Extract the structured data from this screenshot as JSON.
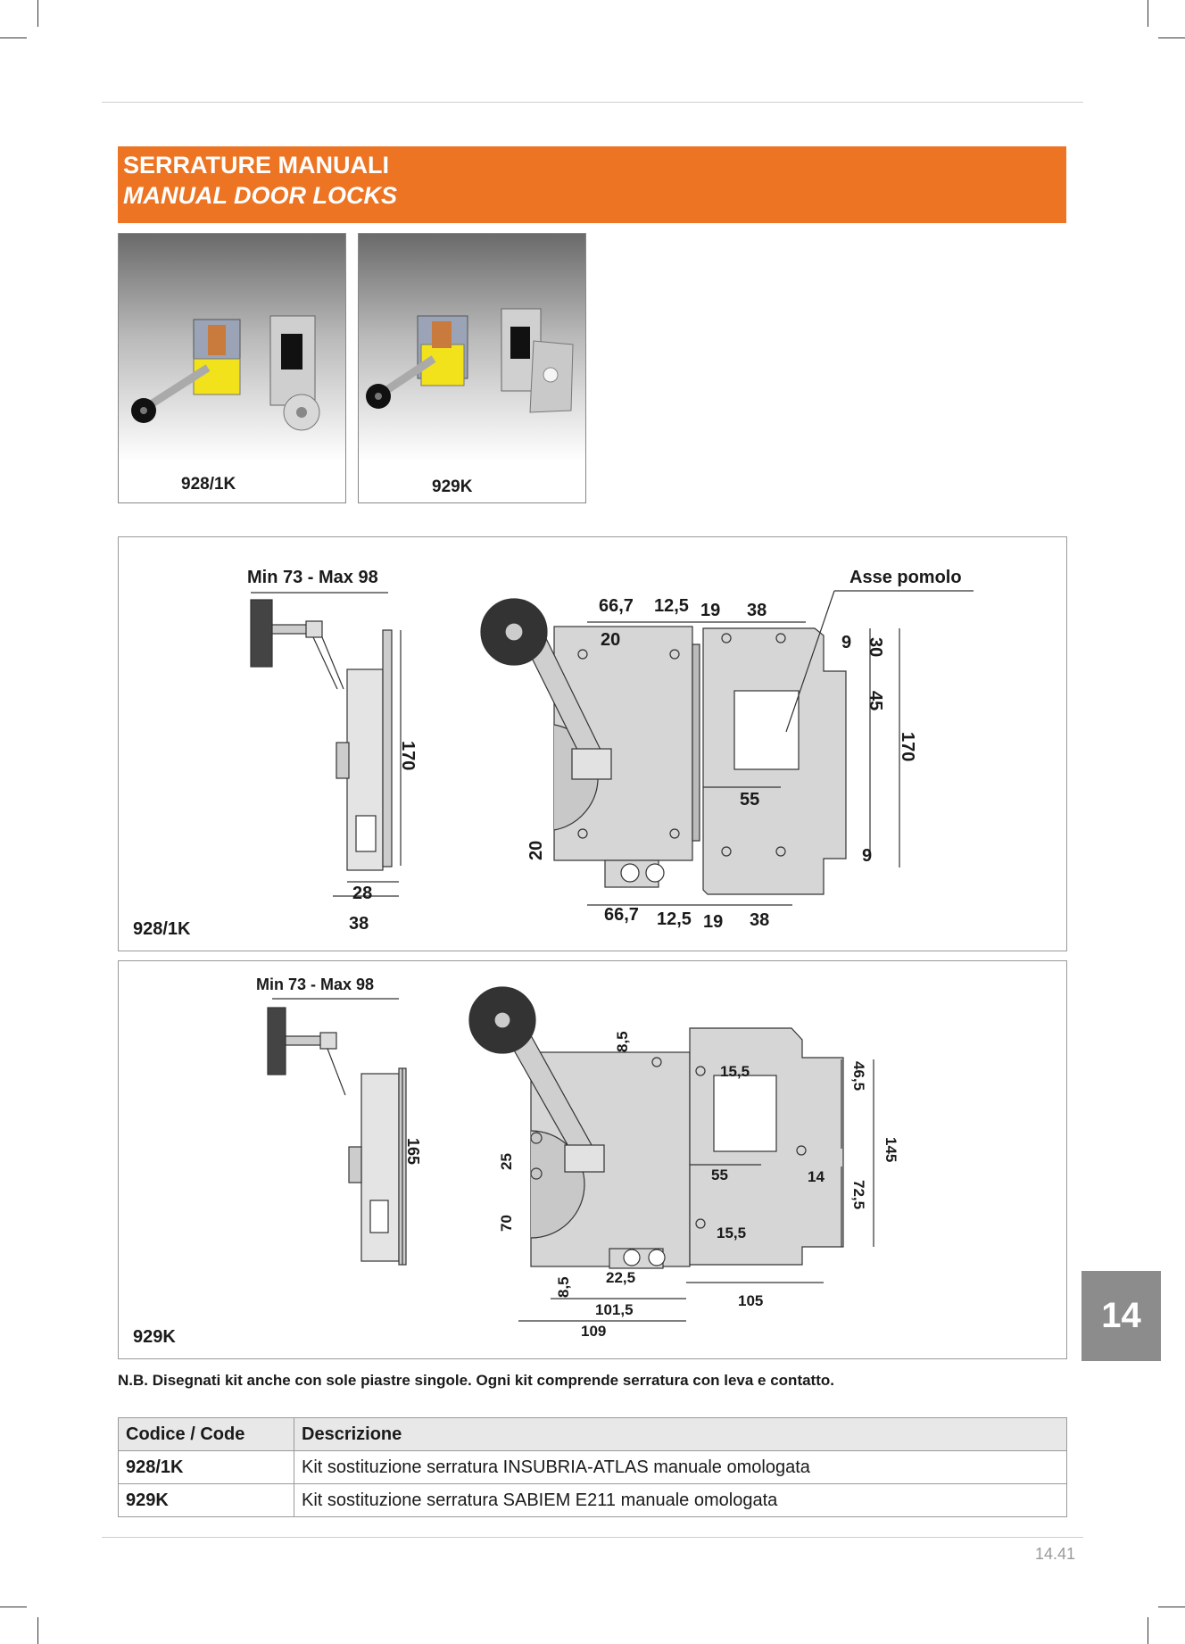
{
  "header": {
    "title_it": "SERRATURE MANUALI",
    "title_en": "MANUAL DOOR LOCKS"
  },
  "photos": [
    {
      "caption": "928/1K"
    },
    {
      "caption": "929K"
    }
  ],
  "drawing_928": {
    "label": "928/1K",
    "side_width": "Min 73 - Max 98",
    "side_height": "170",
    "side_w1": "28",
    "side_w2": "38",
    "axis_label": "Asse pomolo",
    "top_66": "66,7",
    "top_125": "12,5",
    "top_19": "19",
    "top_38": "38",
    "inner_20": "20",
    "right_9a": "9",
    "right_30": "30",
    "right_45": "45",
    "right_170": "170",
    "mid_55": "55",
    "left_20": "20",
    "right_9b": "9",
    "bot_66": "66,7",
    "bot_125": "12,5",
    "bot_19": "19",
    "bot_38": "38"
  },
  "drawing_929": {
    "label": "929K",
    "side_width": "Min 73 - Max 98",
    "side_height": "165",
    "top_85": "8,5",
    "hole_155a": "15,5",
    "right_465": "46,5",
    "right_145": "145",
    "left_25": "25",
    "mid_55": "55",
    "mid_14": "14",
    "right_725": "72,5",
    "left_70": "70",
    "hole_155b": "15,5",
    "bot_85": "8,5",
    "bot_225": "22,5",
    "bot_105": "105",
    "bot_1015": "101,5",
    "bot_109": "109"
  },
  "note": "N.B. Disegnati kit anche con sole piastre singole. Ogni kit comprende serratura con leva e contatto.",
  "table": {
    "headers": [
      "Codice / Code",
      "Descrizione"
    ],
    "rows": [
      {
        "code": "928/1K",
        "desc": "Kit sostituzione serratura INSUBRIA-ATLAS manuale omologata"
      },
      {
        "code": "929K",
        "desc": "Kit sostituzione serratura SABIEM E211 manuale omologata"
      }
    ]
  },
  "chapter_tab": "14",
  "page_number": "14.41"
}
